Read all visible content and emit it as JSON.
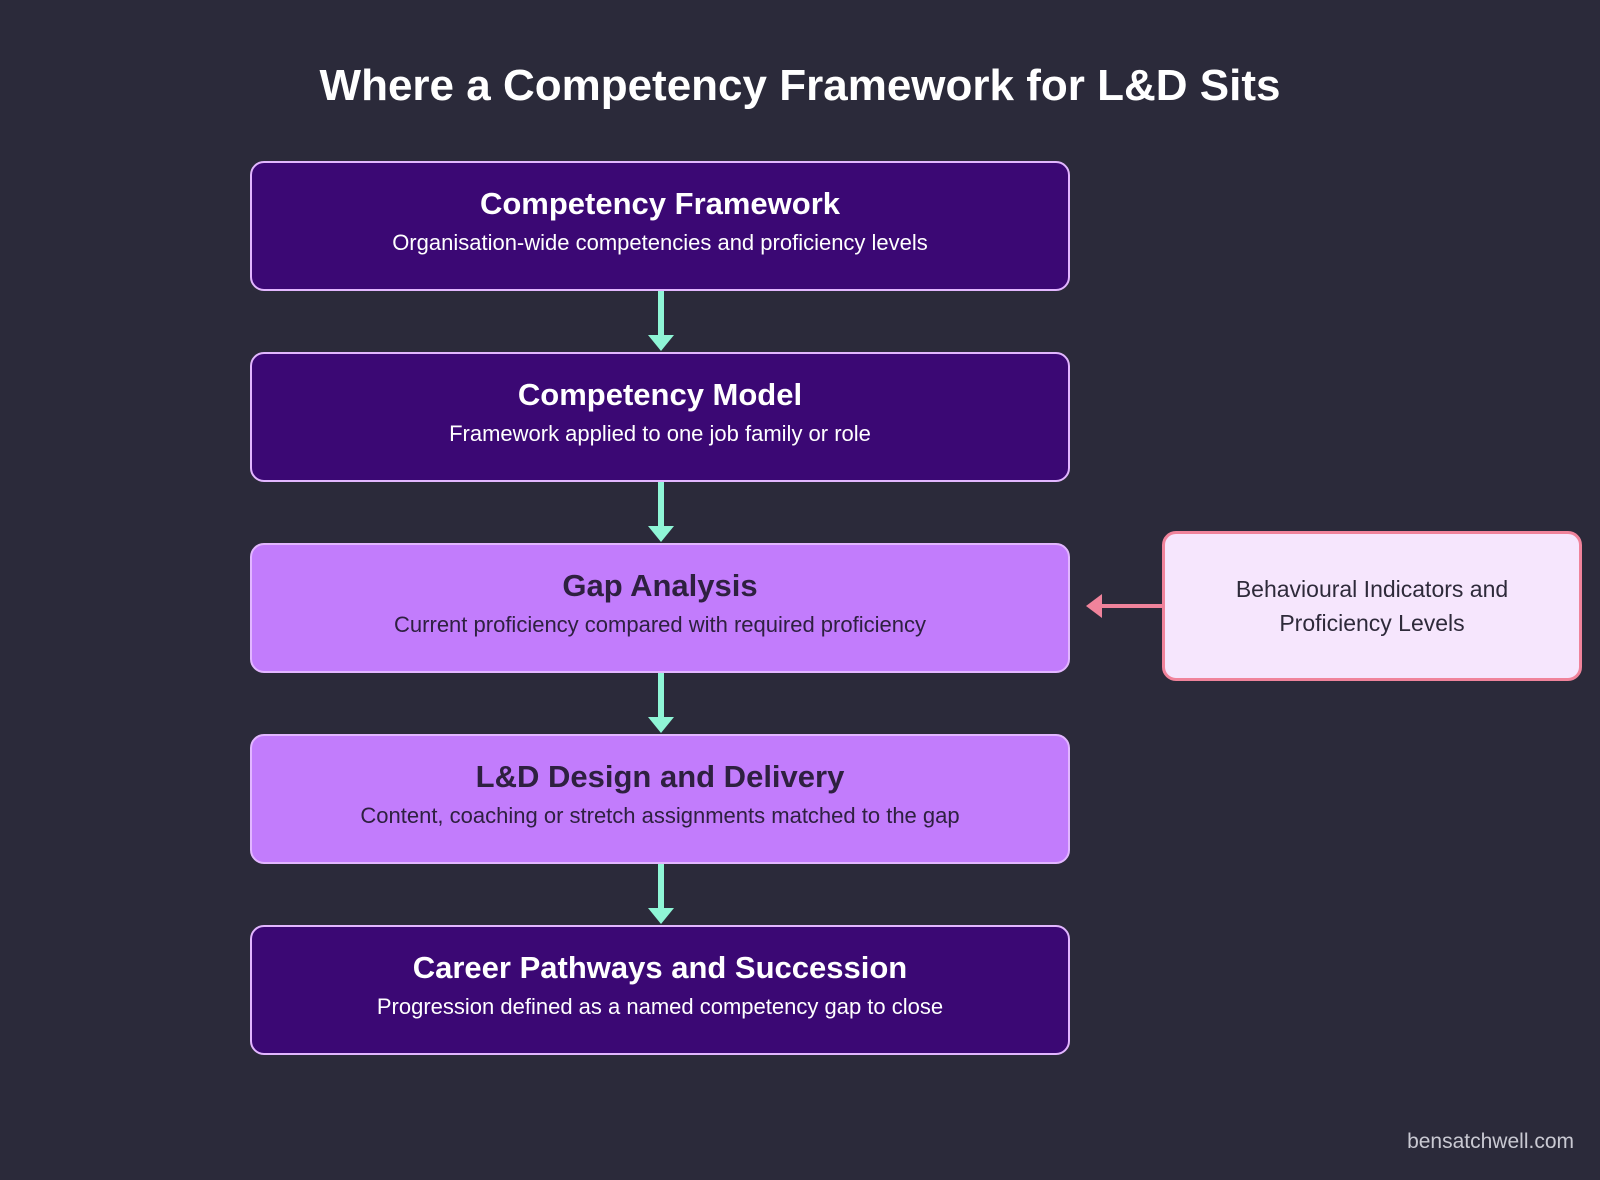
{
  "title": "Where a Competency Framework for L&D Sits",
  "steps": [
    {
      "heading": "Competency Framework",
      "description": "Organisation-wide competencies and proficiency levels",
      "style": "dark"
    },
    {
      "heading": "Competency Model",
      "description": "Framework applied to one job family or role",
      "style": "dark"
    },
    {
      "heading": "Gap Analysis",
      "description": "Current proficiency compared with required proficiency",
      "style": "light"
    },
    {
      "heading": "L&D Design and Delivery",
      "description": "Content, coaching or stretch assignments matched to the gap",
      "style": "light"
    },
    {
      "heading": "Career Pathways and Succession",
      "description": "Progression defined as a named competency gap to close",
      "style": "dark"
    }
  ],
  "side_input": {
    "text": "Behavioural Indicators and Proficiency Levels",
    "target_step": "Gap Analysis"
  },
  "footer": "bensatchwell.com",
  "colors": {
    "background": "#2b2a3a",
    "dark_box": "#3b0874",
    "light_box": "#c27cfc",
    "box_border": "#e2b6ff",
    "flow_arrow": "#8ff5d6",
    "side_box": "#f6e6fd",
    "side_arrow": "#f0839b"
  }
}
